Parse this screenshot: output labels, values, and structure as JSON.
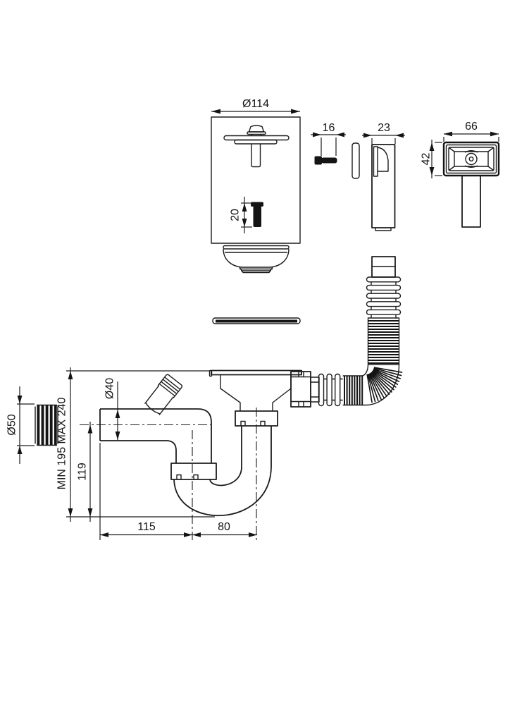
{
  "drawing": {
    "type": "technical-drawing",
    "subject": "sink-strainer-and-siphon-assembly",
    "background_color": "#ffffff",
    "line_color": "#1c1c1c"
  },
  "dims": {
    "strainer_diameter": "Ø114",
    "overflow_screw_length": "16",
    "overflow_elbow_depth": "23",
    "overflow_cover_width": "66",
    "overflow_cover_height": "42",
    "plug_screw_length": "20",
    "pipe_diameter": "Ø40",
    "wall_outlet_diameter": "Ø50",
    "installation_height_range": "MIN 195 MAX 240",
    "trap_depth": "119",
    "trap_horizontal_offset": "115",
    "outlet_horizontal_offset": "80"
  }
}
